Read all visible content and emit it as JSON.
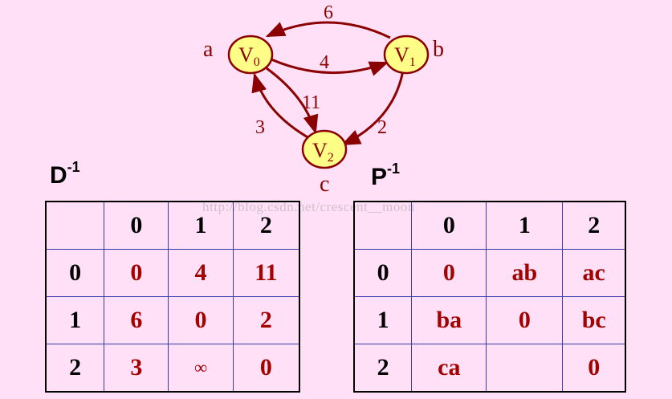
{
  "graph": {
    "nodes": [
      {
        "id": "v0",
        "main": "V",
        "sub": "0",
        "name": "a"
      },
      {
        "id": "v1",
        "main": "V",
        "sub": "1",
        "name": "b"
      },
      {
        "id": "v2",
        "main": "V",
        "sub": "2",
        "name": "c"
      }
    ],
    "edges": [
      {
        "from": "v1",
        "to": "v0",
        "weight": "6"
      },
      {
        "from": "v0",
        "to": "v1",
        "weight": "4"
      },
      {
        "from": "v0",
        "to": "v2",
        "weight": "11"
      },
      {
        "from": "v2",
        "to": "v0",
        "weight": "3"
      },
      {
        "from": "v1",
        "to": "v2",
        "weight": "2"
      }
    ]
  },
  "d_matrix": {
    "title": "D",
    "superscript": "-1",
    "col_headers": [
      "",
      "0",
      "1",
      "2"
    ],
    "rows": [
      {
        "label": "0",
        "cells": [
          "0",
          "4",
          "11"
        ]
      },
      {
        "label": "1",
        "cells": [
          "6",
          "0",
          "2"
        ]
      },
      {
        "label": "2",
        "cells": [
          "3",
          "∞",
          "0"
        ]
      }
    ]
  },
  "p_matrix": {
    "title": "P",
    "superscript": "-1",
    "col_headers": [
      "",
      "0",
      "1",
      "2"
    ],
    "rows": [
      {
        "label": "0",
        "cells": [
          "0",
          "ab",
          "ac"
        ]
      },
      {
        "label": "1",
        "cells": [
          "ba",
          "0",
          "bc"
        ]
      },
      {
        "label": "2",
        "cells": [
          "ca",
          "",
          "0"
        ]
      }
    ]
  },
  "watermark": "http://blog.csdn.net/crescent__moon",
  "colors": {
    "background": "#ffe0f7",
    "node_fill": "#ffff88",
    "edge": "#8b0000",
    "value_text": "#a30000",
    "grid": "#3a3aa8"
  }
}
